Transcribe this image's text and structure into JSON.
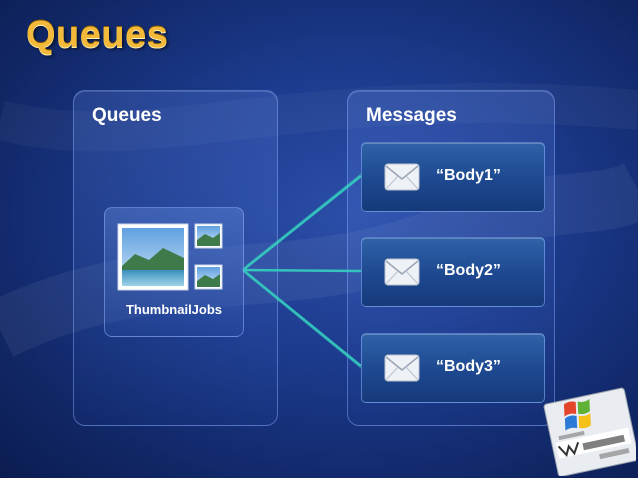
{
  "slide": {
    "title": "Queues"
  },
  "queues_panel": {
    "title": "Queues",
    "queue_name": "ThumbnailJobs"
  },
  "messages_panel": {
    "title": "Messages",
    "messages": [
      {
        "body": "“Body1”"
      },
      {
        "body": "“Body2”"
      },
      {
        "body": "“Body3”"
      }
    ]
  },
  "colors": {
    "title": "#f2b93a",
    "connector": "#35d0c0",
    "background": "#1c3a8c"
  }
}
